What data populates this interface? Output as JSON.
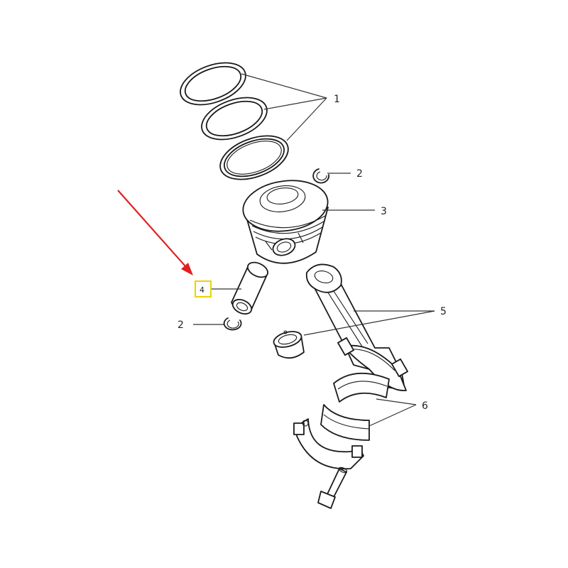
{
  "callouts": {
    "rings": "1",
    "circlip_upper": "2",
    "piston": "3",
    "piston_pin": "4",
    "circlip_lower": "2",
    "connecting_rod": "5",
    "bearing_shells": "6"
  },
  "colors": {
    "line": "#1a1a1a",
    "arrow": "#e02020",
    "highlight_box": "#e8d400",
    "background": "#ffffff"
  },
  "highlighted_part": "4"
}
